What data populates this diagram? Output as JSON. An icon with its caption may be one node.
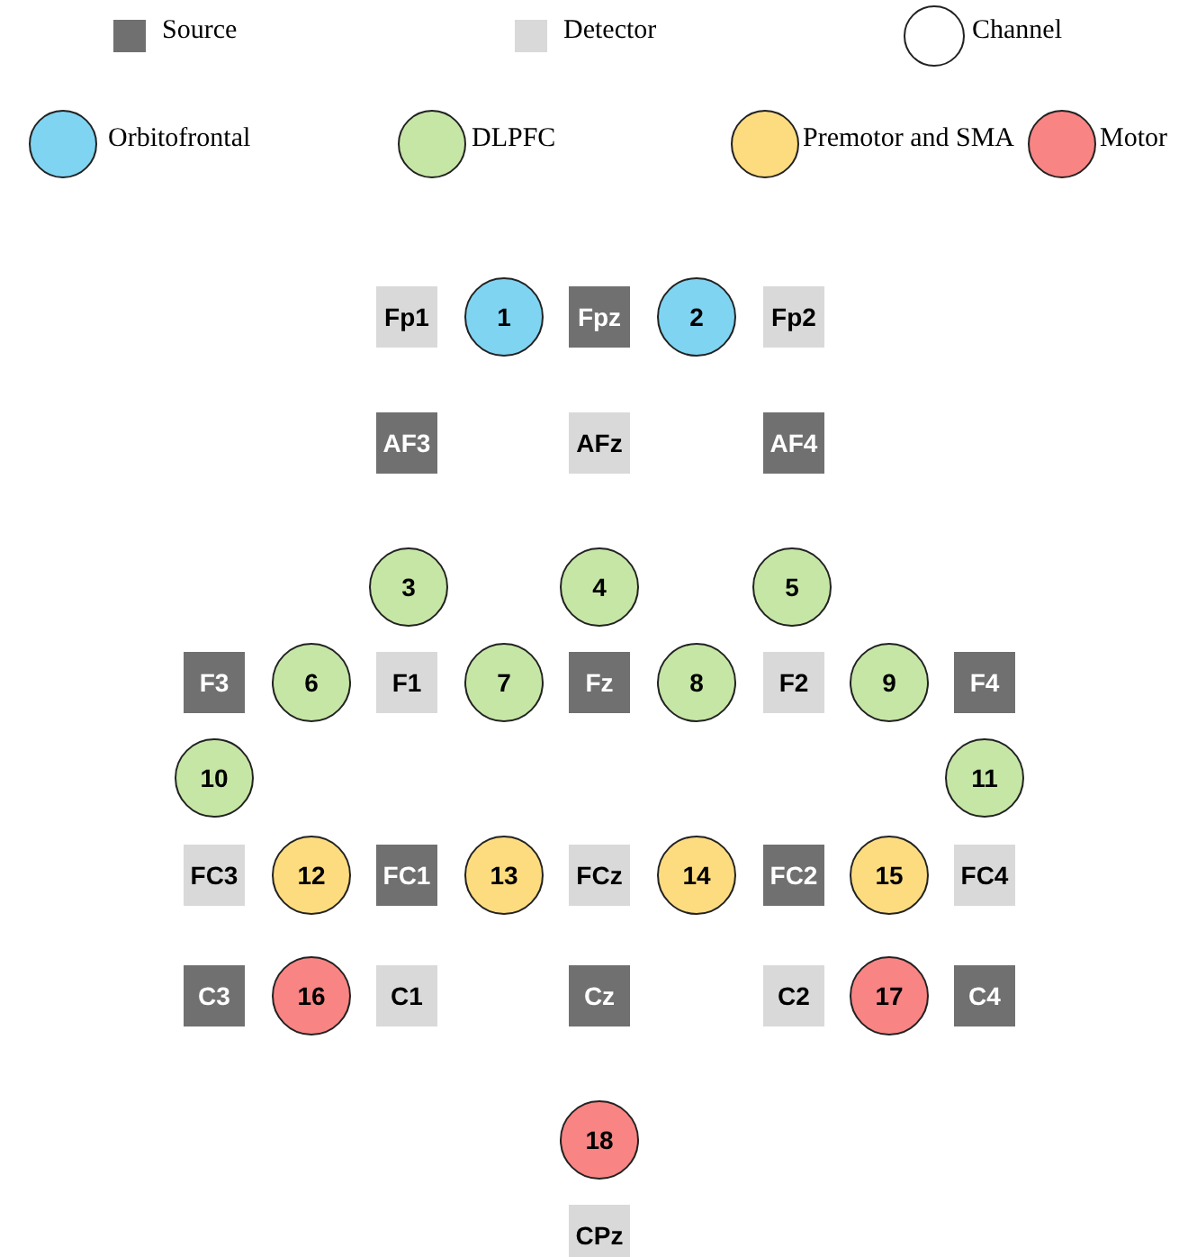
{
  "diagram": {
    "nodes": [
      {
        "text": [
          "Fp1"
        ]
      },
      {
        "text": [
          "1"
        ]
      },
      {
        "text": [
          "Fpz"
        ]
      },
      {
        "text": [
          "2"
        ]
      },
      {
        "text": [
          "Fp2"
        ]
      },
      {
        "text": [
          "AF3"
        ]
      },
      {
        "text": [
          "AFz"
        ]
      },
      {
        "text": [
          "AF4"
        ]
      },
      {
        "text": [
          "3"
        ]
      },
      {
        "text": [
          "4"
        ]
      },
      {
        "text": [
          "5"
        ]
      },
      {
        "text": [
          "F3"
        ]
      },
      {
        "text": [
          "6"
        ]
      },
      {
        "text": [
          "F1"
        ]
      },
      {
        "text": [
          "7"
        ]
      },
      {
        "text": [
          "Fz"
        ]
      },
      {
        "text": [
          "8"
        ]
      },
      {
        "text": [
          "F2"
        ]
      },
      {
        "text": [
          "9"
        ]
      },
      {
        "text": [
          "F4"
        ]
      },
      {
        "text": [
          "10"
        ]
      },
      {
        "text": [
          "11"
        ]
      },
      {
        "text": [
          "FC3"
        ]
      },
      {
        "text": [
          "12"
        ]
      },
      {
        "text": [
          "FC1"
        ]
      },
      {
        "text": [
          "13"
        ]
      },
      {
        "text": [
          "FCz"
        ]
      },
      {
        "text": [
          "14"
        ]
      },
      {
        "text": [
          "FC2"
        ]
      },
      {
        "text": [
          "15"
        ]
      },
      {
        "text": [
          "FC4"
        ]
      },
      {
        "text": [
          "C3"
        ]
      },
      {
        "text": [
          "16"
        ]
      },
      {
        "text": [
          "C1"
        ]
      },
      {
        "text": [
          "Cz"
        ]
      },
      {
        "text": [
          "C2"
        ]
      },
      {
        "text": [
          "17"
        ]
      },
      {
        "text": [
          "C4"
        ]
      },
      {
        "text": [
          "18"
        ]
      },
      {
        "text": [
          "CPz"
        ]
      }
    ],
    "edges": [],
    "legend": [
      {
        "text": "Source",
        "color": "#707070"
      },
      {
        "text": "Detector",
        "color": "#d9d9d9"
      },
      {
        "text": "Channel"
      },
      {
        "text": "Orbitofrontal",
        "color": "#7fd4f2"
      },
      {
        "text": "DLPFC",
        "color": "#c6e6a6"
      },
      {
        "text": "Premotor and SMA",
        "color": "#fddc80"
      },
      {
        "text": "Motor",
        "color": "#f98484"
      }
    ]
  }
}
